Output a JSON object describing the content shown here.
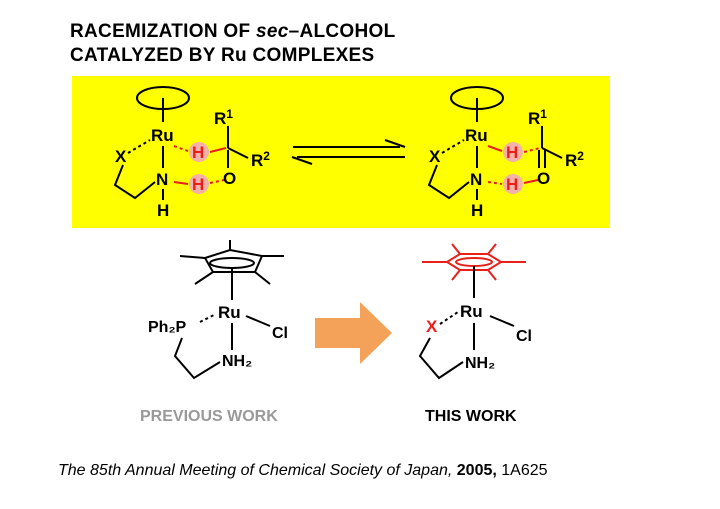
{
  "title": {
    "line1_pre": "RACEMIZATION  OF  ",
    "line1_italic": "sec",
    "line1_post": "–ALCOHOL",
    "line2": "CATALYZED  BY  Ru  COMPLEXES"
  },
  "panel": {
    "background": "#ffff00"
  },
  "atoms": {
    "ru": "Ru",
    "x": "X",
    "n": "N",
    "h": "H",
    "o": "O",
    "r1": "R",
    "r1_sup": "1",
    "r2": "R",
    "r2_sup": "2",
    "cl": "Cl",
    "ph2p": "Ph₂P",
    "nh2": "NH₂"
  },
  "colors": {
    "highlight": "#e8201c",
    "arrow": "#f4a25a",
    "hydrogen_glow": "#f6b2a8",
    "caption_previous": "#999999"
  },
  "captions": {
    "previous": "PREVIOUS WORK",
    "this": "THIS  WORK"
  },
  "citation": {
    "journal": "The 85th Annual Meeting of Chemical Society of Japan,",
    "year": "2005,",
    "code": "1A625"
  }
}
